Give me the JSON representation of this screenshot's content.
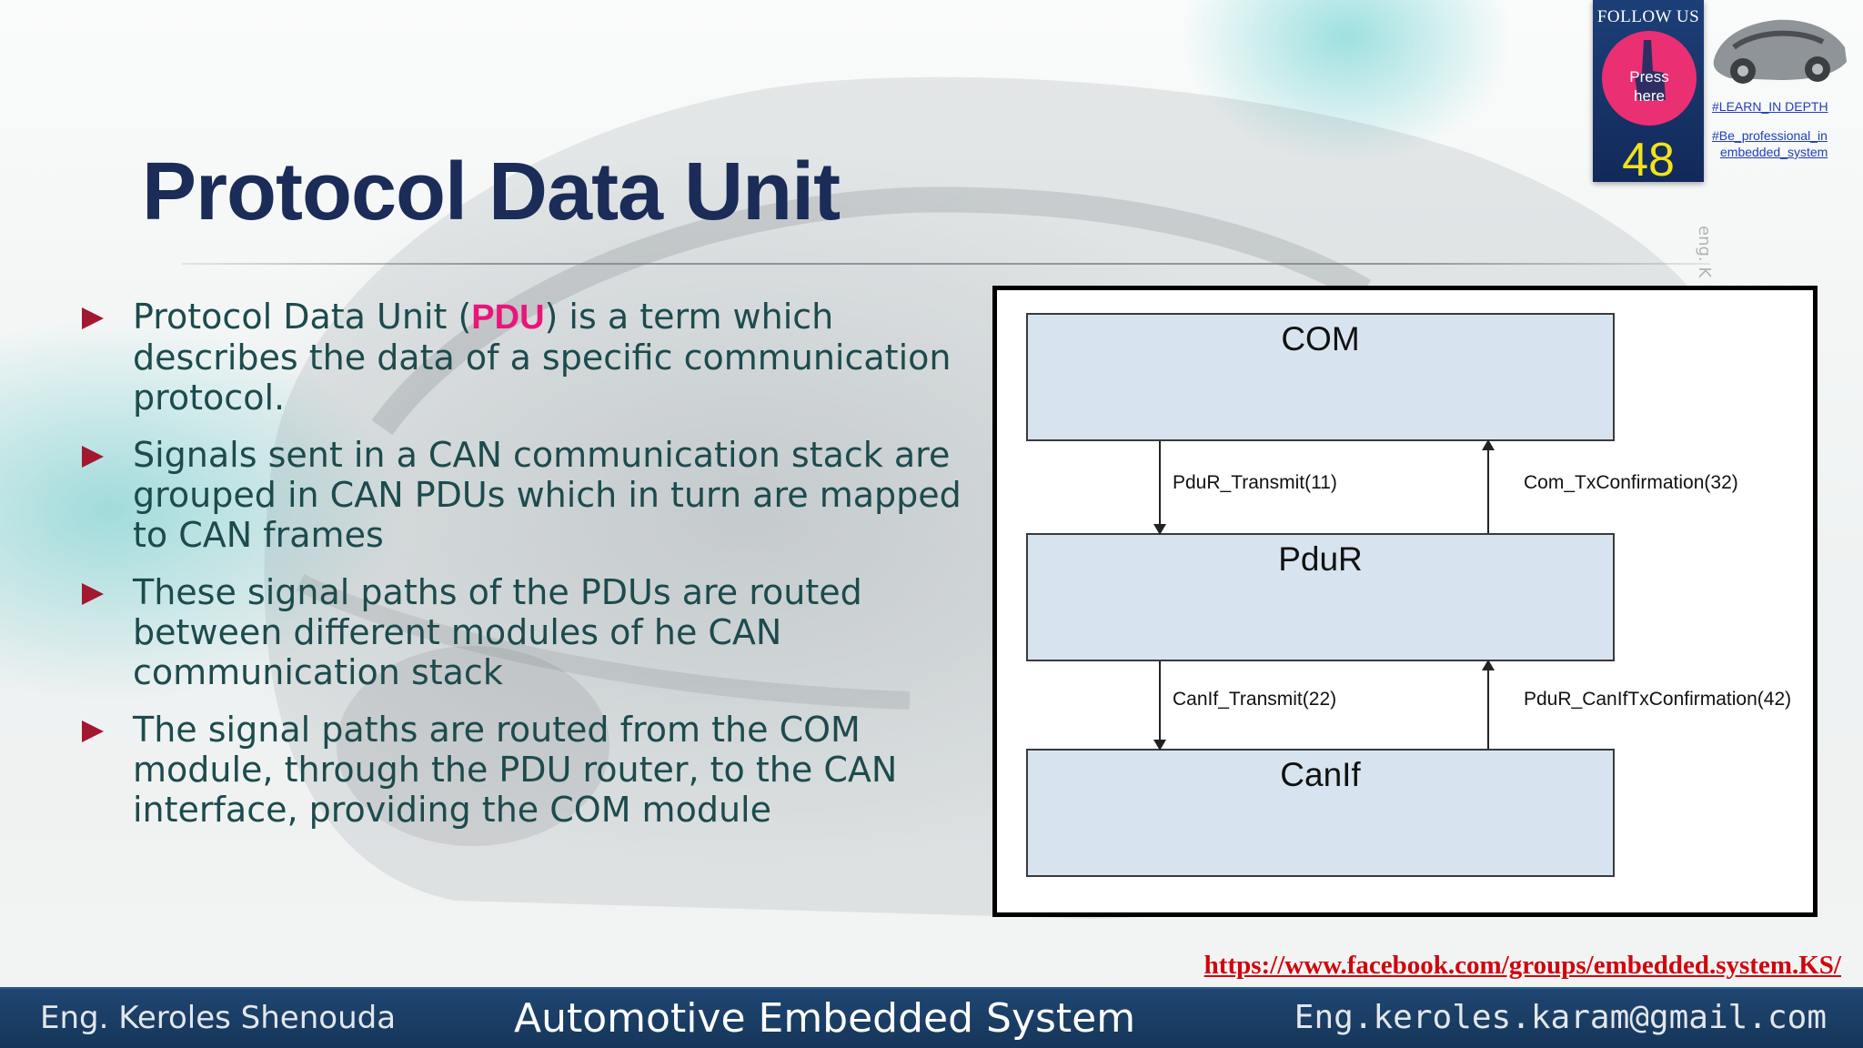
{
  "slide": {
    "title": "Protocol Data Unit",
    "bullets": [
      {
        "before": "Protocol Data Unit (",
        "highlight": "PDU",
        "after": ") is a term which describes the data of a specific communication protocol."
      },
      {
        "text": "Signals sent in a CAN communication stack are grouped in CAN PDUs which in turn are mapped to CAN frames"
      },
      {
        "text": "These signal paths of the PDUs are routed between different modules of he CAN communication stack"
      },
      {
        "text": "The signal paths are routed from the COM module, through the PDU router, to the CAN interface, providing the COM module"
      }
    ]
  },
  "diagram": {
    "modules": [
      "COM",
      "PduR",
      "CanIf"
    ],
    "calls": {
      "com_to_pdur": "PduR_Transmit(11)",
      "pdur_to_com": "Com_TxConfirmation(32)",
      "pdur_to_canif": "CanIf_Transmit(22)",
      "canif_to_pdur": "PduR_CanIfTxConfirmation(42)"
    }
  },
  "badge": {
    "follow_label": "FOLLOW US",
    "press_line1": "Press",
    "press_line2": "here",
    "page_number": "48",
    "tag1": "#LEARN_IN DEPTH",
    "tag2_line1": "#Be_professional_in",
    "tag2_line2": "embedded_system",
    "side_text": "eng. K"
  },
  "footer": {
    "facebook_url": "https://www.facebook.com/groups/embedded.system.KS/",
    "author": "Eng. Keroles Shenouda",
    "course": "Automotive Embedded System",
    "email": "Eng.keroles.karam@gmail.com"
  },
  "colors": {
    "title": "#1a2c57",
    "body_text": "#1d4b4d",
    "bullet_marker": "#a3172f",
    "pdu_highlight": "#e8157b",
    "module_fill": "#d7e4ef",
    "footer_bar": "#1f4672",
    "link_red": "#d2050c",
    "badge_pink": "#ea2f73",
    "page_number_yellow": "#f2e31a"
  },
  "icons": [
    "bullet-triangle-icon",
    "hand-pointer-icon",
    "car-thumbnail-icon",
    "car-silhouette-icon"
  ]
}
